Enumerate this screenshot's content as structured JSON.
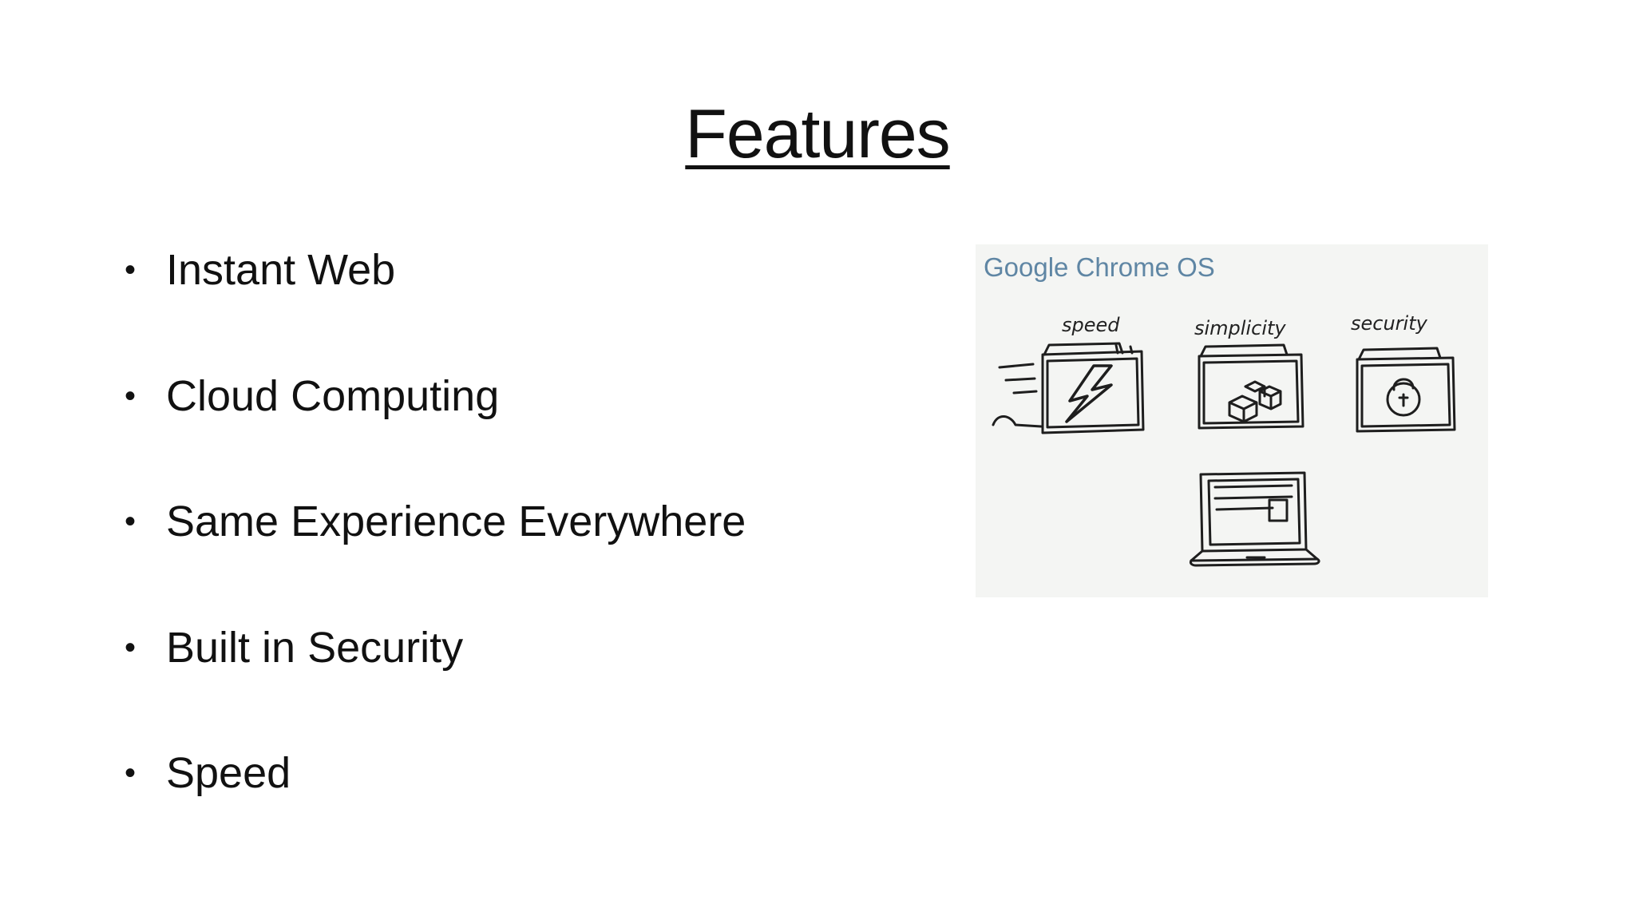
{
  "slide": {
    "title": "Features",
    "bullets": [
      "Instant Web",
      "Cloud Computing",
      "Same Experience Everywhere",
      "Built in Security",
      "Speed"
    ],
    "bullet_glyph": "•"
  },
  "illustration": {
    "title": "Google Chrome OS",
    "labels": {
      "speed": "speed",
      "simplicity": "simplicity",
      "security": "security"
    },
    "icons": [
      "lightning-window-icon",
      "cubes-window-icon",
      "padlock-window-icon",
      "laptop-icon"
    ],
    "title_color": "#5f86a4",
    "background_color": "#f4f5f3"
  }
}
